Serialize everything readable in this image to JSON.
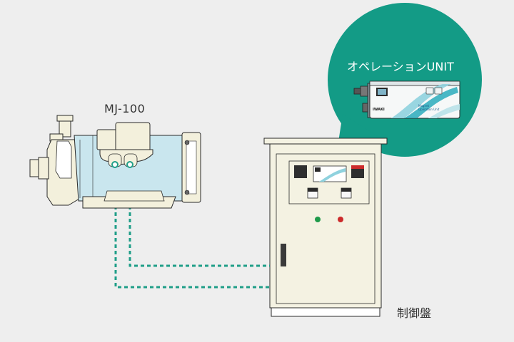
{
  "labels": {
    "pump": "MJ-100",
    "control_panel": "制御盤",
    "operation_unit": "オペレーションUNIT"
  },
  "unit_device": {
    "brand": "IWAKI",
    "model_line1": "Magnet",
    "model_line2": "Operation Unit"
  },
  "colors": {
    "background": "#eeeeee",
    "callout": "#139b86",
    "pump_body": "#c9e6ee",
    "pump_cream": "#f3f0dc",
    "panel_body": "#f4f2e2",
    "cable": "#1f9e88",
    "lamp_green": "#1e9a4a",
    "lamp_red": "#cc2b2b",
    "unit_accent": "#1ea6b8"
  },
  "icons": {
    "green_lamp": "status-lamp-green",
    "red_lamp": "status-lamp-red"
  }
}
